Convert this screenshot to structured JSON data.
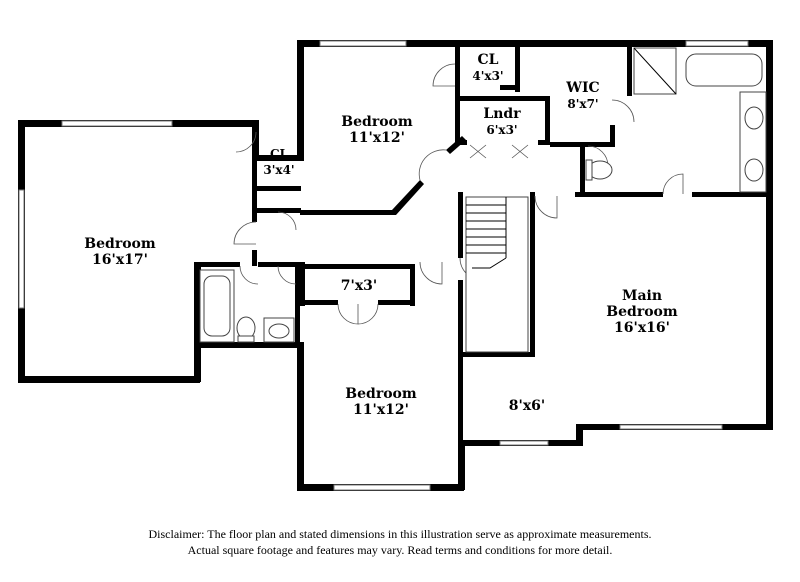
{
  "rooms": [
    {
      "key": "bedroom_left",
      "name": "Bedroom",
      "size": "16'x17'"
    },
    {
      "key": "cl_small",
      "name": "CL",
      "size": "3'x4'"
    },
    {
      "key": "bedroom_top",
      "name": "Bedroom",
      "size": "11'x12'"
    },
    {
      "key": "cl_top",
      "name": "CL",
      "size": "4'x3'"
    },
    {
      "key": "laundry",
      "name": "Lndr",
      "size": "6'x3'"
    },
    {
      "key": "wic",
      "name": "WIC",
      "size": "8'x7'"
    },
    {
      "key": "closet_mid",
      "name": "",
      "size": "7'x3'"
    },
    {
      "key": "bedroom_bottom",
      "name": "Bedroom",
      "size": "11'x12'"
    },
    {
      "key": "main_bedroom",
      "name": "Main Bedroom",
      "name_line1": "Main",
      "name_line2": "Bedroom",
      "size": "16'x16'"
    },
    {
      "key": "sitting",
      "name": "",
      "size": "8'x6'"
    }
  ],
  "disclaimer": {
    "line1": "Disclaimer: The floor plan and stated dimensions in this illustration serve as approximate measurements.",
    "line2": "Actual square footage and features may vary. Read terms and conditions for more detail."
  }
}
